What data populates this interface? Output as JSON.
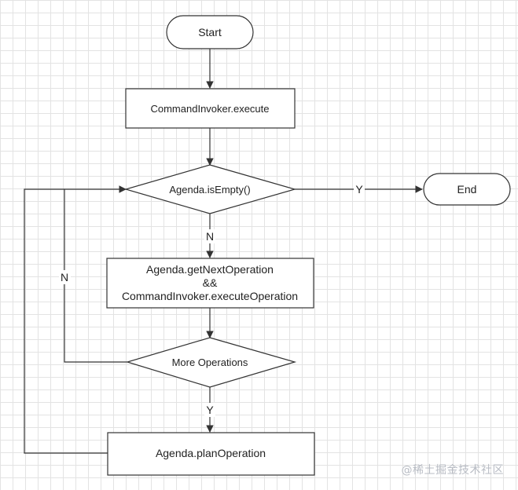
{
  "nodes": {
    "start": "Start",
    "invoke": "CommandInvoker.execute",
    "is_empty": "Agenda.isEmpty()",
    "end": "End",
    "next_op_line1": "Agenda.getNextOperation",
    "next_op_line2": "&&",
    "next_op_line3": "CommandInvoker.executeOperation",
    "more_ops": "More Operations",
    "plan_op": "Agenda.planOperation"
  },
  "edges": {
    "empty_yes": "Y",
    "empty_no": "N",
    "more_no": "N",
    "more_yes": "Y"
  },
  "watermark": "@稀土掘金技术社区"
}
